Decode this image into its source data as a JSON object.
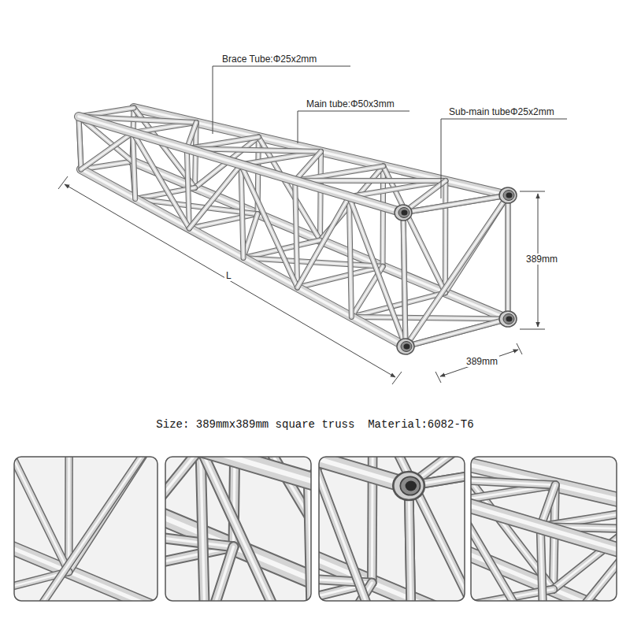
{
  "diagram": {
    "labels": [
      "Brace Tube:Φ25x2mm",
      "Main tube:Φ50x3mm",
      "Sub-main tubeΦ25x2mm",
      "389mm",
      "389mm",
      "L",
      "Size: 389mmx389mm square truss  Material:6082-T6"
    ]
  }
}
